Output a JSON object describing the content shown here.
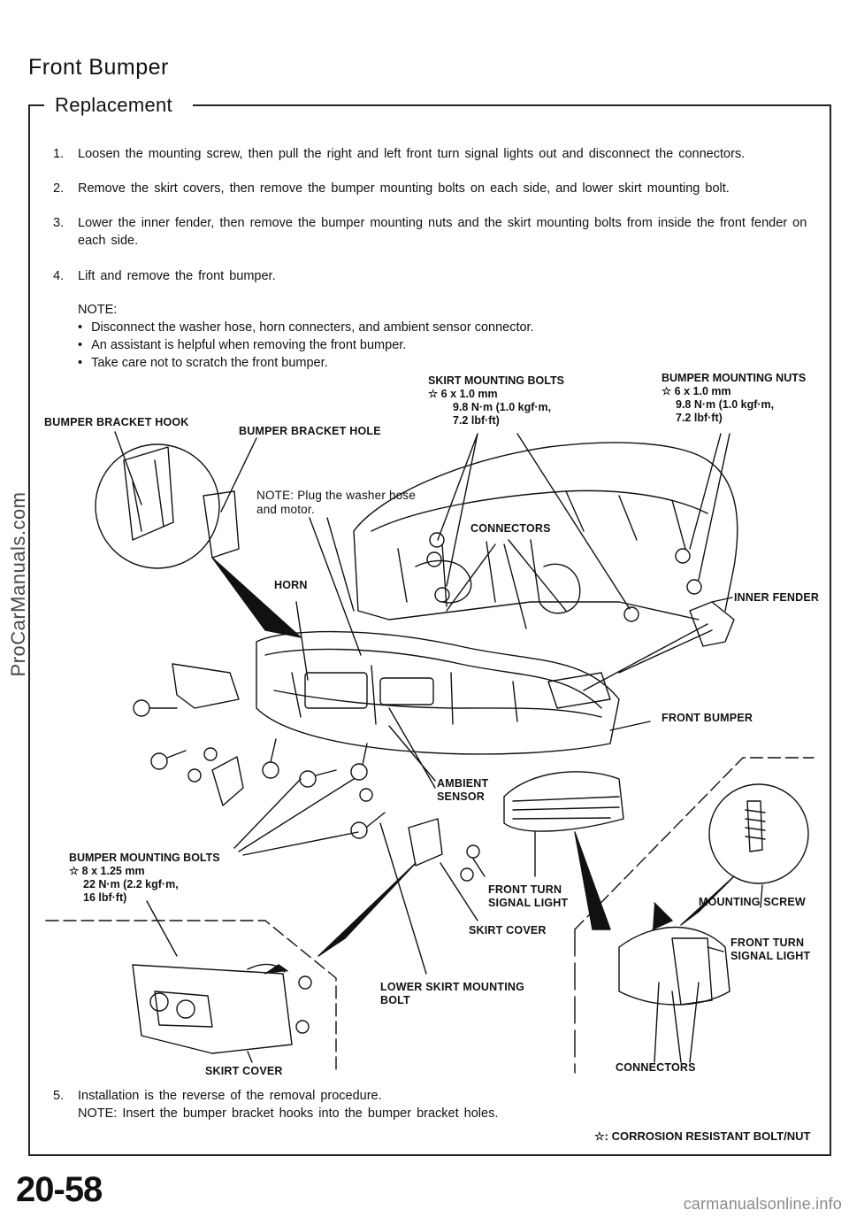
{
  "header": {
    "title": "Front Bumper",
    "subtitle": "Replacement"
  },
  "steps": [
    {
      "num": "1.",
      "text": "Loosen the mounting screw, then pull the right and left front turn signal lights out and disconnect the connectors."
    },
    {
      "num": "2.",
      "text": "Remove the skirt covers, then remove the bumper mounting bolts on each side, and lower skirt mounting bolt."
    },
    {
      "num": "3.",
      "text": "Lower the inner fender, then remove the bumper mounting nuts and the skirt mounting bolts from inside the front fender on each side."
    },
    {
      "num": "4.",
      "text": "Lift and remove the front bumper."
    }
  ],
  "note": {
    "label": "NOTE:",
    "items": [
      "Disconnect the washer hose, horn connecters, and ambient sensor connector.",
      "An assistant is helpful when removing the front bumper.",
      "Take care not to scratch the front bumper."
    ]
  },
  "diagram": {
    "bumper_bracket_hook": "BUMPER BRACKET HOOK",
    "bumper_bracket_hole": "BUMPER BRACKET HOLE",
    "skirt_mounting_bolts": {
      "title": "SKIRT MOUNTING BOLTS",
      "size": "☆ 6 x 1.0 mm",
      "torque1": "9.8 N·m (1.0 kgf·m,",
      "torque2": "7.2 lbf·ft)"
    },
    "bumper_mounting_nuts": {
      "title": "BUMPER MOUNTING NUTS",
      "size": "☆ 6 x 1.0 mm",
      "torque1": "9.8 N·m (1.0 kgf·m,",
      "torque2": "7.2 lbf·ft)"
    },
    "washer_note_1": "NOTE: Plug the washer hose",
    "washer_note_2": "and motor.",
    "connectors_top": "CONNECTORS",
    "horn": "HORN",
    "inner_fender": "INNER FENDER",
    "front_bumper": "FRONT BUMPER",
    "ambient_sensor_1": "AMBIENT",
    "ambient_sensor_2": "SENSOR",
    "bumper_mounting_bolts": {
      "title": "BUMPER MOUNTING BOLTS",
      "size": "☆ 8 x 1.25 mm",
      "torque1": "22 N·m (2.2 kgf·m,",
      "torque2": "16 lbf·ft)"
    },
    "front_turn_signal_light_1": "FRONT TURN",
    "front_turn_signal_light_2": "SIGNAL LIGHT",
    "mounting_screw": "MOUNTING SCREW",
    "front_turn_signal_light_r1": "FRONT TURN",
    "front_turn_signal_light_r2": "SIGNAL LIGHT",
    "skirt_cover_mid": "SKIRT COVER",
    "lower_skirt_mounting_bolt_1": "LOWER SKIRT MOUNTING",
    "lower_skirt_mounting_bolt_2": "BOLT",
    "skirt_cover_bottom": "SKIRT COVER",
    "connectors_bottom": "CONNECTORS"
  },
  "step5": {
    "num": "5.",
    "text": "Installation is the reverse of the removal procedure.",
    "note": "NOTE:  Insert the bumper bracket hooks into the bumper bracket holes."
  },
  "legend": "☆: CORROSION RESISTANT BOLT/NUT",
  "page_number": "20-58",
  "watermark_side": "ProCarManuals.com",
  "watermark_footer": "carmanualsonline.info"
}
